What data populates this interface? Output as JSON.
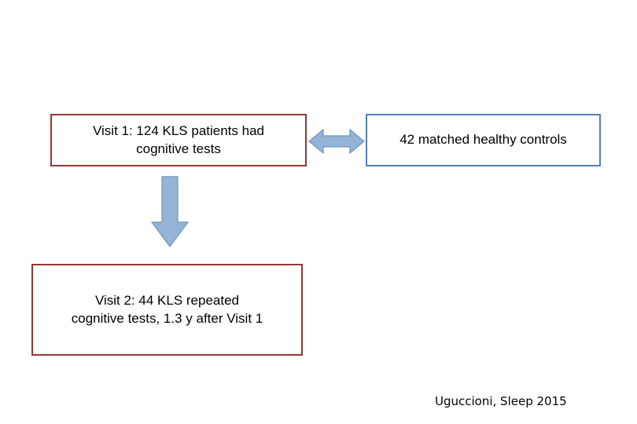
{
  "diagram": {
    "boxes": [
      {
        "id": "visit1",
        "text": "Visit 1: 124 KLS patients had\ncognitive tests",
        "border_color": "#953735"
      },
      {
        "id": "controls",
        "text": "42 matched healthy controls",
        "border_color": "#4f81bd"
      },
      {
        "id": "visit2",
        "text": "Visit 2: 44  KLS repeated\ncognitive tests, 1.3 y after Visit 1",
        "border_color": "#953735"
      }
    ],
    "arrows": [
      {
        "id": "horizontal-double-arrow",
        "direction": "double-horizontal",
        "fill_color": "#95b3d7",
        "stroke_color": "#6f94bd"
      },
      {
        "id": "vertical-down-arrow",
        "direction": "down",
        "fill_color": "#95b3d7",
        "stroke_color": "#6f94bd"
      }
    ],
    "citation": "Uguccioni, Sleep 2015"
  }
}
